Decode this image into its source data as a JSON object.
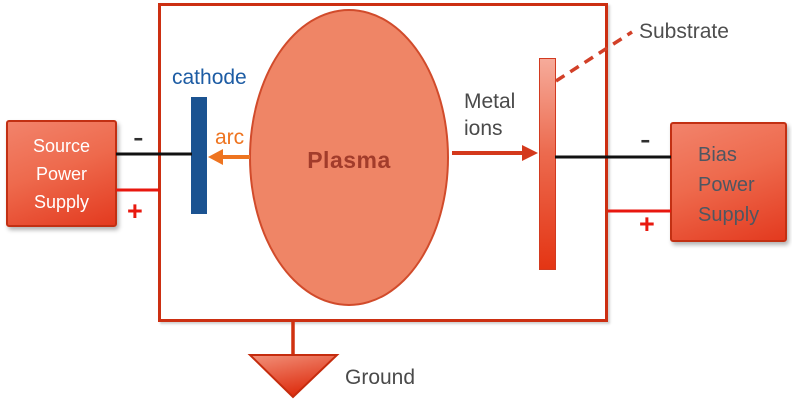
{
  "labels": {
    "cathode": "cathode",
    "arc": "arc",
    "plasma": "Plasma",
    "substrate": "Substrate",
    "metal_ions_line1": "Metal",
    "metal_ions_line2": "ions",
    "ground": "Ground"
  },
  "source_supply": {
    "lines": [
      "Source",
      "Power",
      "Supply"
    ],
    "negative_label": "-",
    "positive_label": "+"
  },
  "bias_supply": {
    "lines": [
      "Bias",
      "Power",
      "Supply"
    ],
    "negative_label": "-",
    "positive_label": "+"
  },
  "colors": {
    "chamber_border": "#cc2f12",
    "plasma_fill": "#ef8566",
    "plasma_border": "#d14b2b",
    "plasma_text": "#a23c2b",
    "cathode_bar": "#1b5391",
    "cathode_text": "#1d5ca4",
    "arc_orange": "#ee7420",
    "ion_arrow_red": "#d4391c",
    "negative_wire": "#111111",
    "positive_wire": "#e8170f",
    "label_gray": "#4a4a4a",
    "supply_box_top": "#f2836b",
    "supply_box_bottom": "#e33a1f",
    "bias_text": "#4e5661",
    "ground_symbol": "#dd2d0f"
  }
}
